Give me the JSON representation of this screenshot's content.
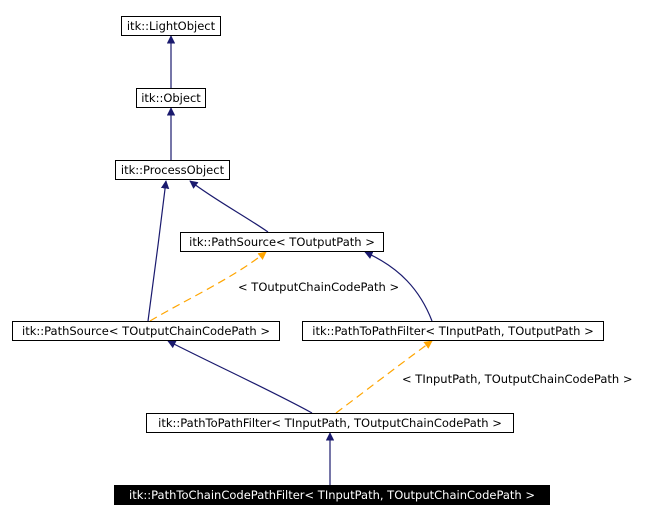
{
  "diagram": {
    "nodes": {
      "light_object": "itk::LightObject",
      "object": "itk::Object",
      "process_object": "itk::ProcessObject",
      "path_source_template": "itk::PathSource< TOutputPath >",
      "path_source_chain": "itk::PathSource< TOutputChainCodePath >",
      "path_to_path_template": "itk::PathToPathFilter< TInputPath, TOutputPath >",
      "path_to_path_chain": "itk::PathToPathFilter< TInputPath, TOutputChainCodePath >",
      "path_to_chain_code": "itk::PathToChainCodePathFilter< TInputPath, TOutputChainCodePath >"
    },
    "edge_labels": {
      "path_source_instantiation": "< TOutputChainCodePath >",
      "path_to_path_instantiation": "< TInputPath, TOutputChainCodePath >"
    },
    "colors": {
      "inheritance": "#1a1a6e",
      "template_instantiation": "#ffa500",
      "current_node_bg": "#000000",
      "current_node_text": "#ffffff"
    }
  }
}
